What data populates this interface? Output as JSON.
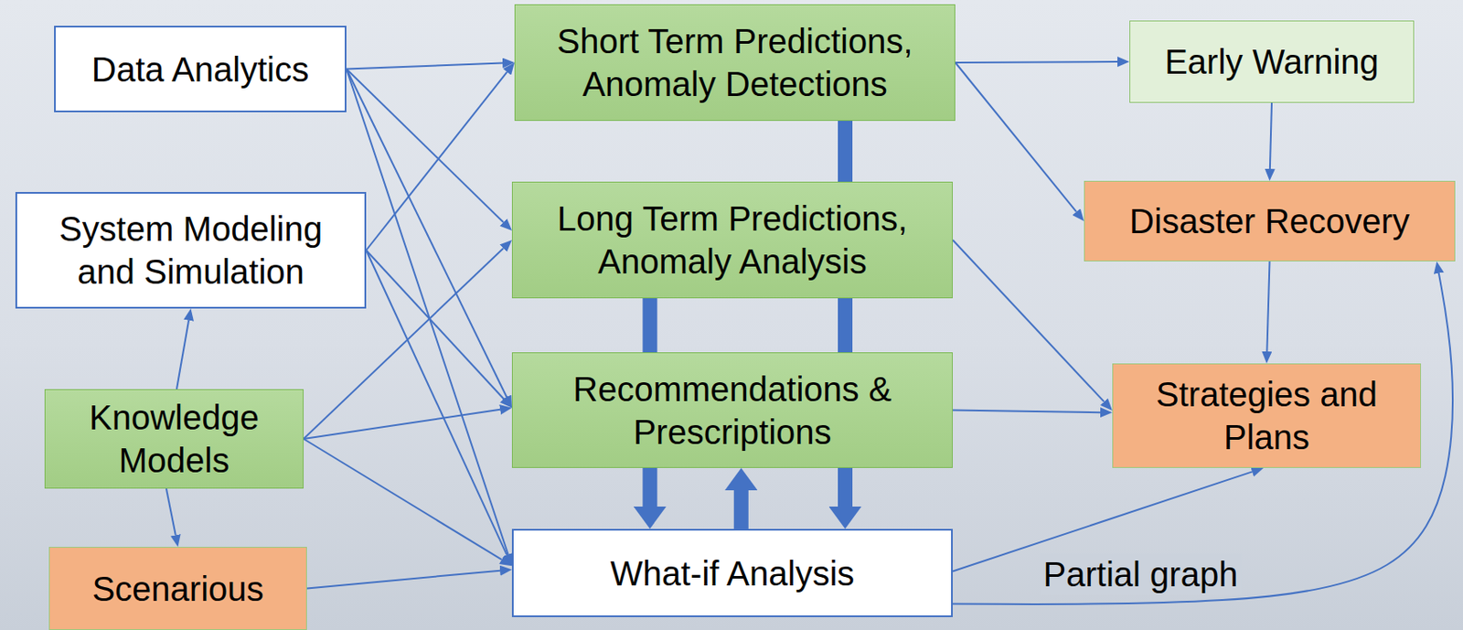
{
  "diagram": {
    "nodes": [
      {
        "text": [
          "Data Analytics"
        ]
      },
      {
        "text": [
          "Short Term Predictions, Anomaly Detections"
        ]
      },
      {
        "text": [
          "Early Warning"
        ]
      },
      {
        "text": [
          "System Modeling and Simulation"
        ]
      },
      {
        "text": [
          "Long Term Predictions, Anomaly Analysis"
        ]
      },
      {
        "text": [
          "Disaster Recovery"
        ]
      },
      {
        "text": [
          "Knowledge Models"
        ]
      },
      {
        "text": [
          "Recommendations & Prescriptions"
        ]
      },
      {
        "text": [
          "Strategies and Plans"
        ]
      },
      {
        "text": [
          "Scenarious"
        ]
      },
      {
        "text": [
          "What-if Analysis"
        ]
      }
    ],
    "edges": [
      {
        "from": 0,
        "to": 1,
        "arrow": "to"
      },
      {
        "from": 0,
        "to": 4,
        "arrow": "to"
      },
      {
        "from": 0,
        "to": 7,
        "arrow": "to"
      },
      {
        "from": 0,
        "to": 10,
        "arrow": "to"
      },
      {
        "from": 3,
        "to": 1,
        "arrow": "to"
      },
      {
        "from": 3,
        "to": 7,
        "arrow": "to"
      },
      {
        "from": 3,
        "to": 10,
        "arrow": "to"
      },
      {
        "from": 6,
        "to": 3,
        "arrow": "to"
      },
      {
        "from": 6,
        "to": 9,
        "arrow": "to"
      },
      {
        "from": 6,
        "to": 4,
        "arrow": "to"
      },
      {
        "from": 6,
        "to": 7,
        "arrow": "to"
      },
      {
        "from": 6,
        "to": 10,
        "arrow": "to"
      },
      {
        "from": 9,
        "to": 10,
        "arrow": "to"
      },
      {
        "from": 1,
        "to": 2,
        "arrow": "to"
      },
      {
        "from": 1,
        "to": 5,
        "arrow": "to"
      },
      {
        "from": 2,
        "to": 5,
        "arrow": "to"
      },
      {
        "from": 5,
        "to": 8,
        "arrow": "to"
      },
      {
        "from": 4,
        "to": 8,
        "arrow": "to"
      },
      {
        "from": 7,
        "to": 8,
        "arrow": "to"
      },
      {
        "from": 10,
        "to": 8,
        "arrow": "to"
      },
      {
        "from": 10,
        "to": 5,
        "label": "Partial graph",
        "arrow": "to"
      },
      {
        "from": 1,
        "to": 10,
        "arrow": "to"
      },
      {
        "from": 4,
        "to": 10,
        "arrow": "to"
      },
      {
        "from": 10,
        "to": 7,
        "arrow": "to"
      }
    ]
  }
}
